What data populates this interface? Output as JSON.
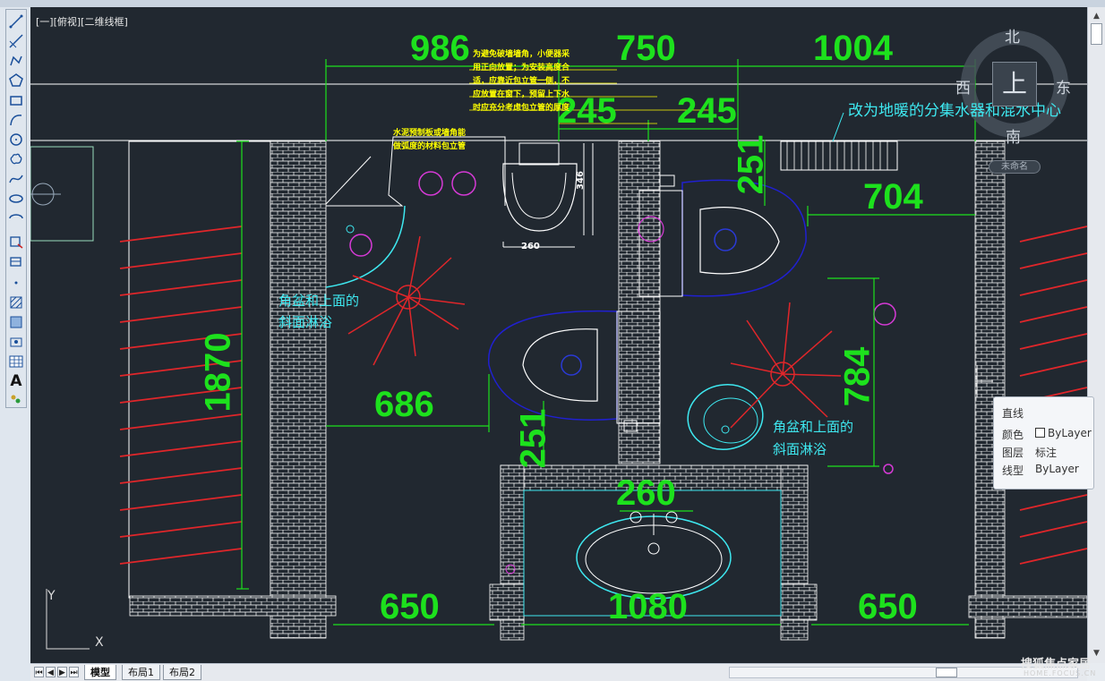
{
  "view": {
    "label": "[一][俯视][二维线框]"
  },
  "dimensions": {
    "top_986": "986",
    "top_750": "750",
    "top_1004": "1004",
    "top_245a": "245",
    "top_245b": "245",
    "v_251_top": "251",
    "d_704": "704",
    "v_1870": "1870",
    "d_686": "686",
    "v_251_mid": "251",
    "d_260_mid": "260",
    "v_784": "784",
    "b_650_left": "650",
    "b_1080": "1080",
    "b_650_right": "650",
    "small_346": "346",
    "small_260": "260"
  },
  "notes": {
    "floor_heating": "改为地暖的分集水器和混水中心",
    "corner_shower_left_1": "角盆和上面的",
    "corner_shower_left_2": "斜面淋浴",
    "corner_shower_right_1": "角盆和上面的",
    "corner_shower_right_2": "斜面淋浴",
    "yellow_1": "为避免破墙墙角，小便器采",
    "yellow_2": "用正向放置；为安装高度合",
    "yellow_3": "适，应靠近包立管一侧，不",
    "yellow_4": "应放置在窗下，预留上下水",
    "yellow_5": "时应充分考虑包立管的厚度",
    "white_1": "水泥预制板或墙角能",
    "white_2": "做弧度的材料包立管"
  },
  "compass": {
    "north": "北",
    "south": "南",
    "east": "东",
    "west": "西",
    "top": "上",
    "ucs": "未命名"
  },
  "properties": {
    "title": "直线",
    "color_label": "颜色",
    "color_value": "ByLayer",
    "layer_label": "图层",
    "layer_value": "标注",
    "linetype_label": "线型",
    "linetype_value": "ByLayer"
  },
  "axes": {
    "y": "Y",
    "x": "X"
  },
  "tabs": [
    "模型",
    "布局1",
    "布局2"
  ],
  "watermark": {
    "line1": "搜狐焦点家居",
    "line2": "HOME.FOCUS.CN"
  },
  "colors": {
    "dimension": "#1de11d",
    "note": "#3ee8f0",
    "wall": "#ffffff",
    "canvas": "#212830",
    "fixture_red": "#e0262a",
    "fixture_magenta": "#d63ad6"
  },
  "toolbar_icons": [
    "line-icon",
    "construction-line-icon",
    "polyline-icon",
    "polygon-icon",
    "rectangle-icon",
    "arc-icon",
    "circle-icon",
    "revision-cloud-icon",
    "spline-icon",
    "ellipse-icon",
    "ellipse-arc-icon",
    "insert-block-icon",
    "make-block-icon",
    "point-icon",
    "hatch-icon",
    "gradient-icon",
    "region-icon",
    "table-icon",
    "mtext-icon",
    "add-selected-icon"
  ]
}
